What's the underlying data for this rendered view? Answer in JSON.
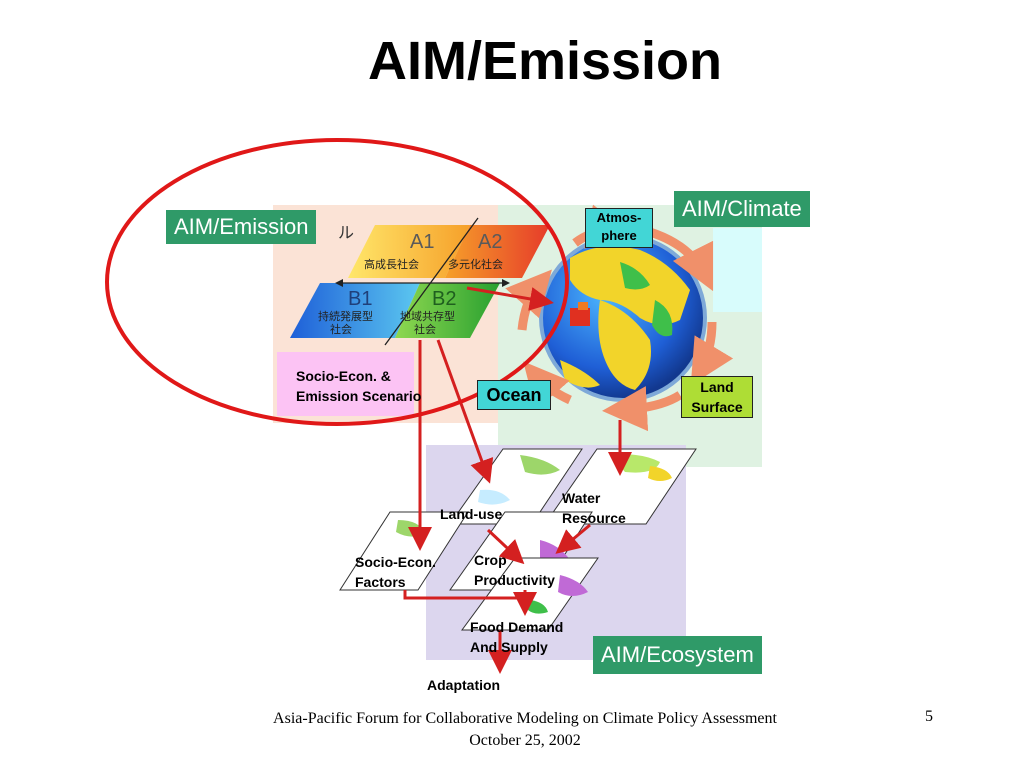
{
  "slide": {
    "title": "AIM/Emission",
    "page_number": "5",
    "footer_line1": "Asia-Pacific Forum for Collaborative Modeling on Climate Policy Assessment",
    "footer_line2": "October 25, 2002"
  },
  "labels": {
    "aim_emission": "AIM/Emission",
    "aim_climate": "AIM/Climate",
    "aim_ecosystem": "AIM/Ecosystem",
    "socio_econ_emission_line1": "Socio-Econ. &",
    "socio_econ_emission_line2": "Emission Scenario",
    "atmosphere_line1": "Atmos-",
    "atmosphere_line2": "phere",
    "ocean": "Ocean",
    "land_surface_line1": "Land",
    "land_surface_line2": "Surface",
    "land_use": "Land-use",
    "water_resource_line1": "Water",
    "water_resource_line2": "Resource",
    "socio_econ_factors_line1": "Socio-Econ.",
    "socio_econ_factors_line2": "Factors",
    "crop_productivity_line1": "Crop",
    "crop_productivity_line2": "Productivity",
    "food_demand_line1": "Food Demand",
    "food_demand_line2": "And Supply",
    "adaptation": "Adaptation"
  },
  "sres_scenarios": {
    "a1": "A1",
    "a1_sub": "高成長社会",
    "a2": "A2",
    "a2_sub": "多元化社会",
    "b1": "B1",
    "b1_sub_line1": "持続発展型",
    "b1_sub_line2": "社会",
    "b2": "B2",
    "b2_sub_line1": "地域共存型",
    "b2_sub_line2": "社会",
    "fragment": "ル"
  },
  "colors": {
    "green_label": "#2f9a68",
    "arrow_red": "#d42020",
    "ellipse_red": "#e01818",
    "orange_arrow": "#f0906a",
    "peach_panel": "#fbe3d6",
    "pink_panel": "#fcc3f4",
    "mint_panel": "#dff2e2",
    "cyan_panel": "#d8fcfc",
    "lavender_panel": "#dcd6ee",
    "cyan_box": "#42d6d6",
    "lime_box": "#aedd35"
  }
}
